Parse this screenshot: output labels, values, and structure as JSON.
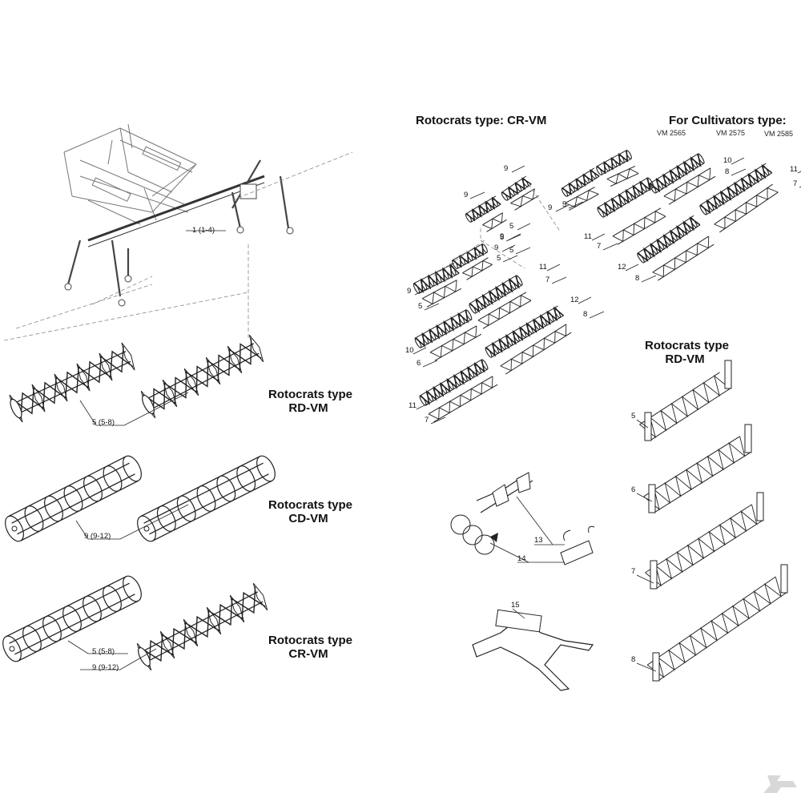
{
  "headings": {
    "left_rd": {
      "line1": "Rotocrats type",
      "line2": "RD-VM"
    },
    "left_cd": {
      "line1": "Rotocrats type",
      "line2": "CD-VM"
    },
    "left_cr": {
      "line1": "Rotocrats type",
      "line2": "CR-VM"
    },
    "top_cr": {
      "line1": "Rotocrats type: CR-VM"
    },
    "cultivators": {
      "line1": "For Cultivators type:"
    },
    "right_rd": {
      "line1": "Rotocrats type",
      "line2": "RD-VM"
    }
  },
  "cultivator_models": [
    "VM 2565",
    "VM 2575",
    "VM 2585"
  ],
  "callouts": {
    "frame": "1 (1-4)",
    "rd_pair": "5 (5-8)",
    "cd_pair": "9 (9-12)",
    "cr_upper": "5 (5-8)",
    "cr_lower": "9 (9-12)",
    "part_13": "13",
    "part_14": "14",
    "part_15": "15"
  },
  "exploded_labels": [
    {
      "id": "e1",
      "text": "9"
    },
    {
      "id": "e2",
      "text": "9"
    },
    {
      "id": "e3",
      "text": "5"
    },
    {
      "id": "e4",
      "text": "5"
    },
    {
      "id": "e5",
      "text": "9"
    },
    {
      "id": "e6",
      "text": "5"
    },
    {
      "id": "e7",
      "text": "9"
    },
    {
      "id": "e8",
      "text": "5"
    },
    {
      "id": "e9",
      "text": "10"
    },
    {
      "id": "e10",
      "text": "8"
    },
    {
      "id": "e11",
      "text": "11"
    },
    {
      "id": "e12",
      "text": "7"
    },
    {
      "id": "e13",
      "text": "11"
    },
    {
      "id": "e14",
      "text": "7"
    },
    {
      "id": "e15",
      "text": "12"
    },
    {
      "id": "e16",
      "text": "8"
    },
    {
      "id": "e17",
      "text": "9"
    },
    {
      "id": "e18",
      "text": "5"
    },
    {
      "id": "e19",
      "text": "9"
    },
    {
      "id": "e20",
      "text": "5"
    },
    {
      "id": "e21",
      "text": "11"
    },
    {
      "id": "e22",
      "text": "7"
    },
    {
      "id": "e23",
      "text": "10"
    },
    {
      "id": "e24",
      "text": "6"
    },
    {
      "id": "e25",
      "text": "12"
    },
    {
      "id": "e26",
      "text": "8"
    },
    {
      "id": "e27",
      "text": "11"
    },
    {
      "id": "e28",
      "text": "7"
    }
  ],
  "right_rd_labels": [
    "5",
    "6",
    "7",
    "8"
  ]
}
